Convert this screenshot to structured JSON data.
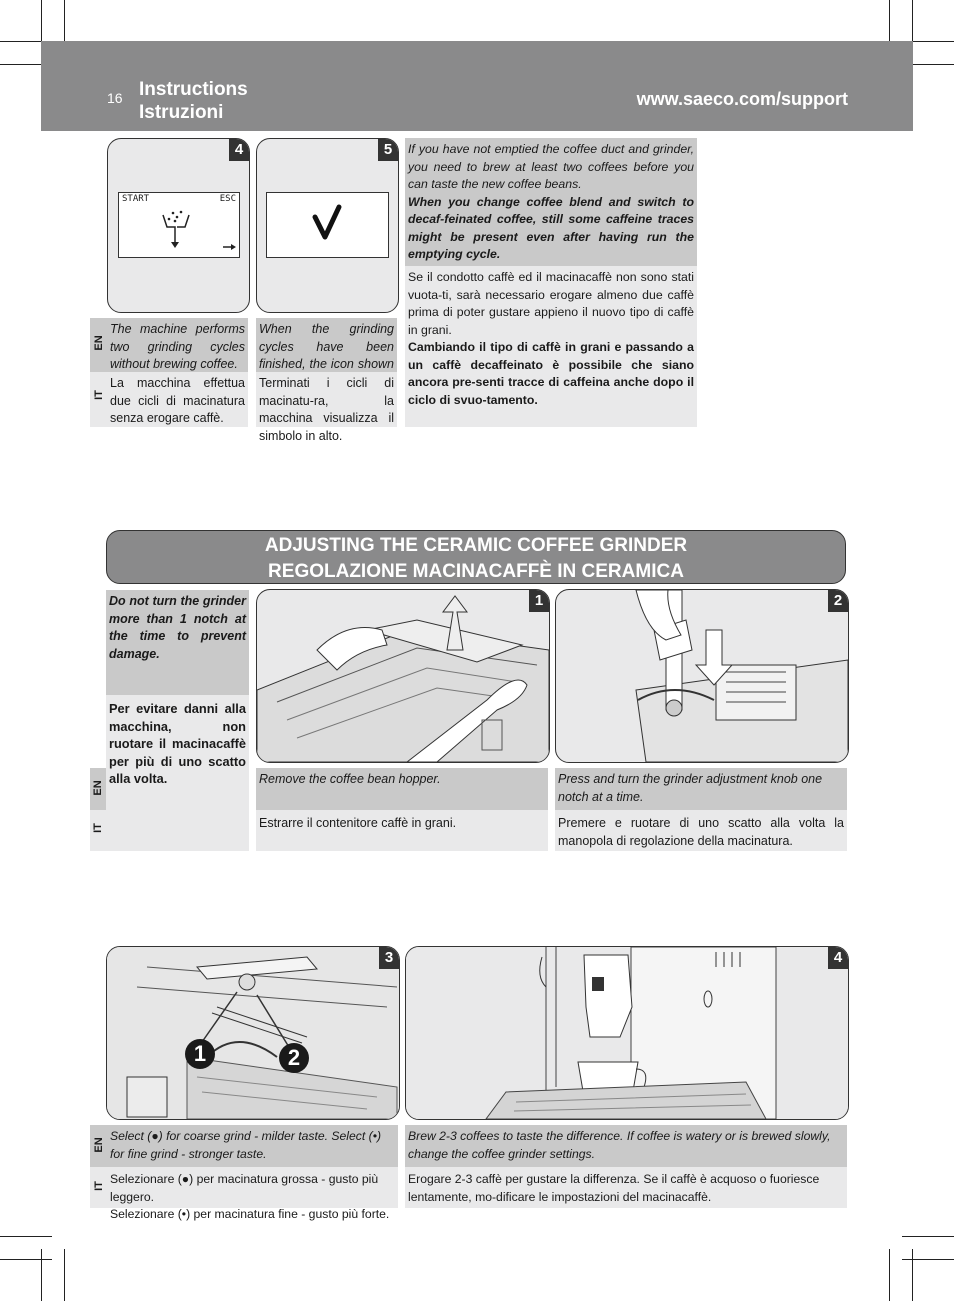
{
  "header": {
    "page_number": "16",
    "title_en": "Instructions",
    "title_it": "Istruzioni",
    "url": "www.saeco.com/support"
  },
  "top": {
    "step4_badge": "4",
    "step5_badge": "5",
    "display_start": "START",
    "display_esc": "ESC",
    "lang_en": "EN",
    "lang_it": "IT",
    "step4_en": "The machine performs two grinding cycles without brewing coffee.",
    "step4_it": "La macchina effettua due cicli di macinatura senza erogare caffè.",
    "step5_en": "When the grinding cycles have been finished, the icon shown above is displayed.",
    "step5_it": "Terminati i cicli di macinatu-ra, la macchina visualizza il simbolo in alto.",
    "note_en_1": "If you have not emptied the coffee duct and grinder, you need to brew at least two coffees before you can taste the new coffee beans.",
    "note_en_2": "When you change coffee blend and switch to decaf-feinated coffee, still some caffeine traces might be present even after having run the emptying cycle.",
    "note_it_1": "Se il condotto caffè ed il macinacaffè non sono stati vuota-ti, sarà necessario erogare almeno due caffè prima di poter gustare appieno il nuovo tipo di caffè in grani.",
    "note_it_2": "Cambiando il tipo di caffè in grani e passando a un caffè decaffeinato è possibile che siano ancora pre-senti tracce di caffeina anche dopo il ciclo di svuo-tamento."
  },
  "grinder": {
    "title_en": "ADJUSTING THE CERAMIC COFFEE GRINDER",
    "title_it": "REGOLAZIONE MACINACAFFÈ IN CERAMICA",
    "warning_en": "Do not turn the grinder more than 1 notch at the time to prevent damage.",
    "warning_it": "Per evitare danni alla macchina, non ruotare il macinacaffè per più di uno scatto alla volta.",
    "lang_en": "EN",
    "lang_it": "IT",
    "step1_badge": "1",
    "step2_badge": "2",
    "step1_en": "Remove the coffee bean hopper.",
    "step1_it": "Estrarre il contenitore caffè in grani.",
    "step2_en": "Press and turn the grinder adjustment knob one notch at a time.",
    "step2_it": "Premere e ruotare di uno scatto alla volta la manopola di regolazione della macinatura."
  },
  "bottom": {
    "step3_badge": "3",
    "step4_badge": "4",
    "marker_1": "1",
    "marker_2": "2",
    "lang_en": "EN",
    "lang_it": "IT",
    "step3_en": "Select (●) for coarse grind - milder taste. Select (•) for fine grind - stronger taste.",
    "step3_it_1": "Selezionare (●) per macinatura grossa - gusto più leggero.",
    "step3_it_2": "Selezionare (•) per macinatura fine - gusto più forte.",
    "step4_en": "Brew 2-3 coffees to taste the difference. If coffee is watery or is brewed slowly, change the coffee grinder settings.",
    "step4_it": "Erogare 2-3 caffè per gustare la differenza. Se il caffè è acquoso o fuoriesce lentamente, mo-dificare le impostazioni del macinacaffè."
  }
}
